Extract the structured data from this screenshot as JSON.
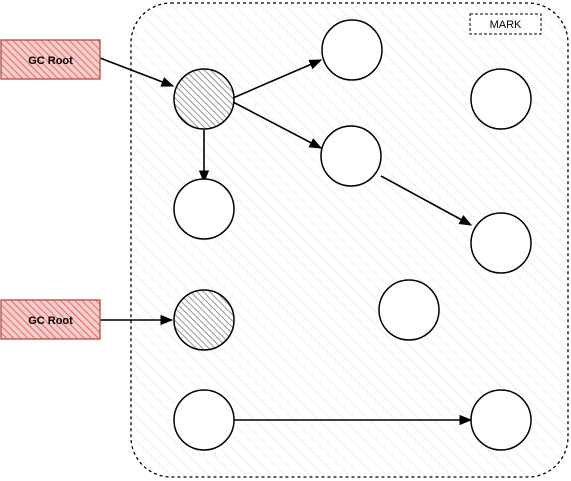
{
  "diagram": {
    "container_label": "MARK",
    "roots": [
      {
        "id": "root-1",
        "label": "GC Root",
        "points_to": "node-a"
      },
      {
        "id": "root-2",
        "label": "GC Root",
        "points_to": "node-g"
      }
    ],
    "nodes": [
      {
        "id": "node-a",
        "marked": true
      },
      {
        "id": "node-b",
        "marked": false
      },
      {
        "id": "node-c",
        "marked": false
      },
      {
        "id": "node-d",
        "marked": false
      },
      {
        "id": "node-e",
        "marked": false
      },
      {
        "id": "node-f",
        "marked": false
      },
      {
        "id": "node-g",
        "marked": true
      },
      {
        "id": "node-h",
        "marked": false
      },
      {
        "id": "node-i",
        "marked": false
      },
      {
        "id": "node-j",
        "marked": false
      }
    ],
    "edges": [
      {
        "from": "root-1",
        "to": "node-a"
      },
      {
        "from": "node-a",
        "to": "node-b"
      },
      {
        "from": "node-a",
        "to": "node-c"
      },
      {
        "from": "node-a",
        "to": "node-e"
      },
      {
        "from": "node-c",
        "to": "node-f"
      },
      {
        "from": "root-2",
        "to": "node-g"
      },
      {
        "from": "node-i",
        "to": "node-j"
      }
    ],
    "colors": {
      "root_fill": "#f8cecc",
      "root_stroke": "#b85450",
      "root_hatch": "#e0403a",
      "marked_hatch": "#777777",
      "container_hatch": "#e6e6e6",
      "stroke": "#000000"
    }
  }
}
